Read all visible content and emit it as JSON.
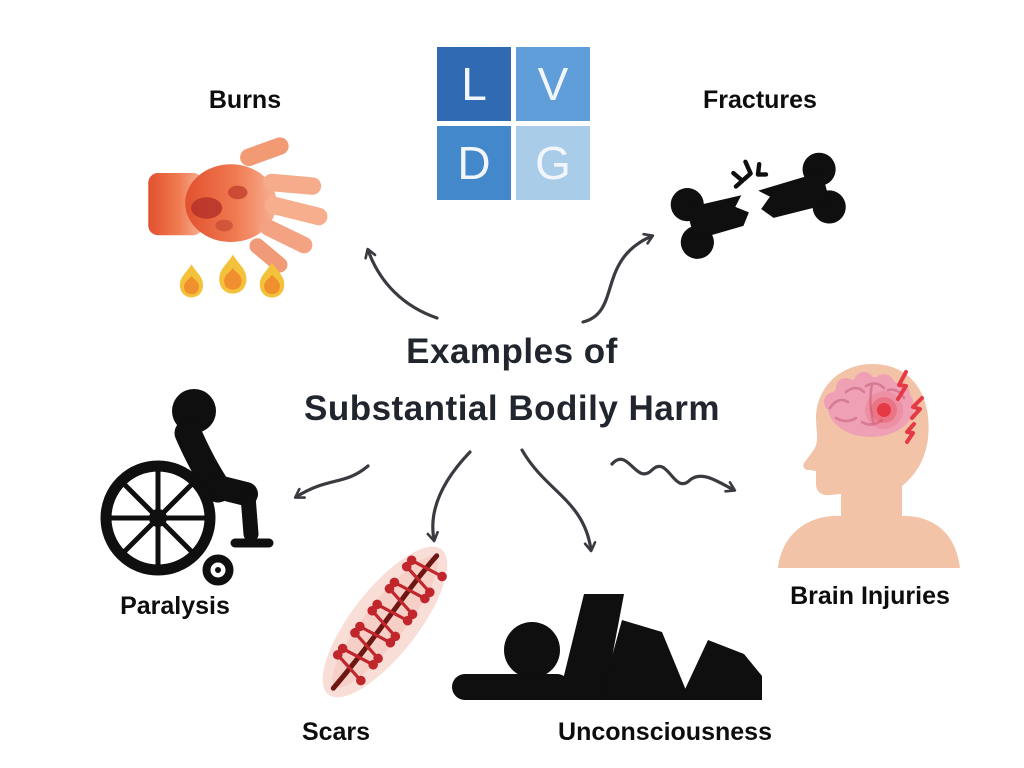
{
  "page": {
    "background": "#ffffff"
  },
  "logo": {
    "name": "LVDG",
    "letters": [
      "L",
      "V",
      "D",
      "G"
    ],
    "square_colors": [
      "#2f6ab2",
      "#5f9ed8",
      "#4288cb",
      "#a9cce9"
    ],
    "letter_color": "#f2f6fa"
  },
  "title": {
    "line1": "Examples of",
    "line2": "Substantial Bodily Harm",
    "color": "#21252e"
  },
  "items": [
    {
      "id": "burns",
      "label": "Burns",
      "icon": "burned-hand-with-flames-icon"
    },
    {
      "id": "fractures",
      "label": "Fractures",
      "icon": "broken-bone-icon"
    },
    {
      "id": "paralysis",
      "label": "Paralysis",
      "icon": "wheelchair-user-icon"
    },
    {
      "id": "scars",
      "label": "Scars",
      "icon": "stitched-scar-icon"
    },
    {
      "id": "unconsciousness",
      "label": "Unconsciousness",
      "icon": "person-lying-unconscious-icon"
    },
    {
      "id": "brain_injuries",
      "label": "Brain Injuries",
      "icon": "head-brain-injury-icon"
    }
  ],
  "colors": {
    "arrow": "#3a3b40",
    "icon_black": "#0f0f0f",
    "burn_hand_deep": "#e2512f",
    "burn_hand_light": "#f7b296",
    "burn_blotch": "#b5332a",
    "flame_gold": "#f3c13a",
    "flame_orange": "#ef8f2e",
    "scar_glow": "#f9ded8",
    "scar_line": "#6d1612",
    "scar_stitch": "#c0262b",
    "skin": "#f3c3a8",
    "brain_pink": "#efa0b4",
    "brain_fold": "#d77b95",
    "pain_red": "#e63946"
  }
}
